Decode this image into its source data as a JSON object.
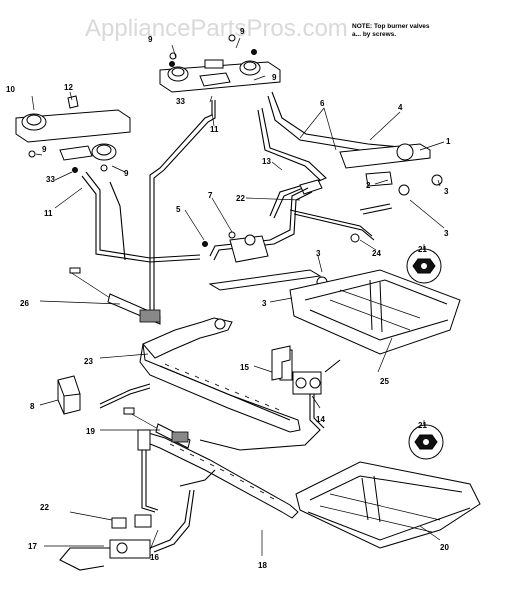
{
  "watermark": "AppliancePartsPros.com",
  "note": {
    "line1": "NOTE: Top burner valves",
    "line2": "a... by screws."
  },
  "callouts": {
    "c1": "1",
    "c2": "2",
    "c3a": "3",
    "c3b": "3",
    "c3c": "3",
    "c3d": "3",
    "c4": "4",
    "c5": "5",
    "c6": "6",
    "c7": "7",
    "c8": "8",
    "c9a": "9",
    "c9b": "9",
    "c9c": "9",
    "c9d": "9",
    "c10": "10",
    "c11a": "11",
    "c11b": "11",
    "c12": "12",
    "c13": "13",
    "c14": "14",
    "c15": "15",
    "c16": "16",
    "c17": "17",
    "c18": "18",
    "c19": "19",
    "c20": "20",
    "c21a": "21",
    "c21b": "21",
    "c22a": "22",
    "c22b": "22",
    "c23": "23",
    "c24": "24",
    "c25": "25",
    "c26": "26",
    "c33a": "33",
    "c33b": "33"
  }
}
